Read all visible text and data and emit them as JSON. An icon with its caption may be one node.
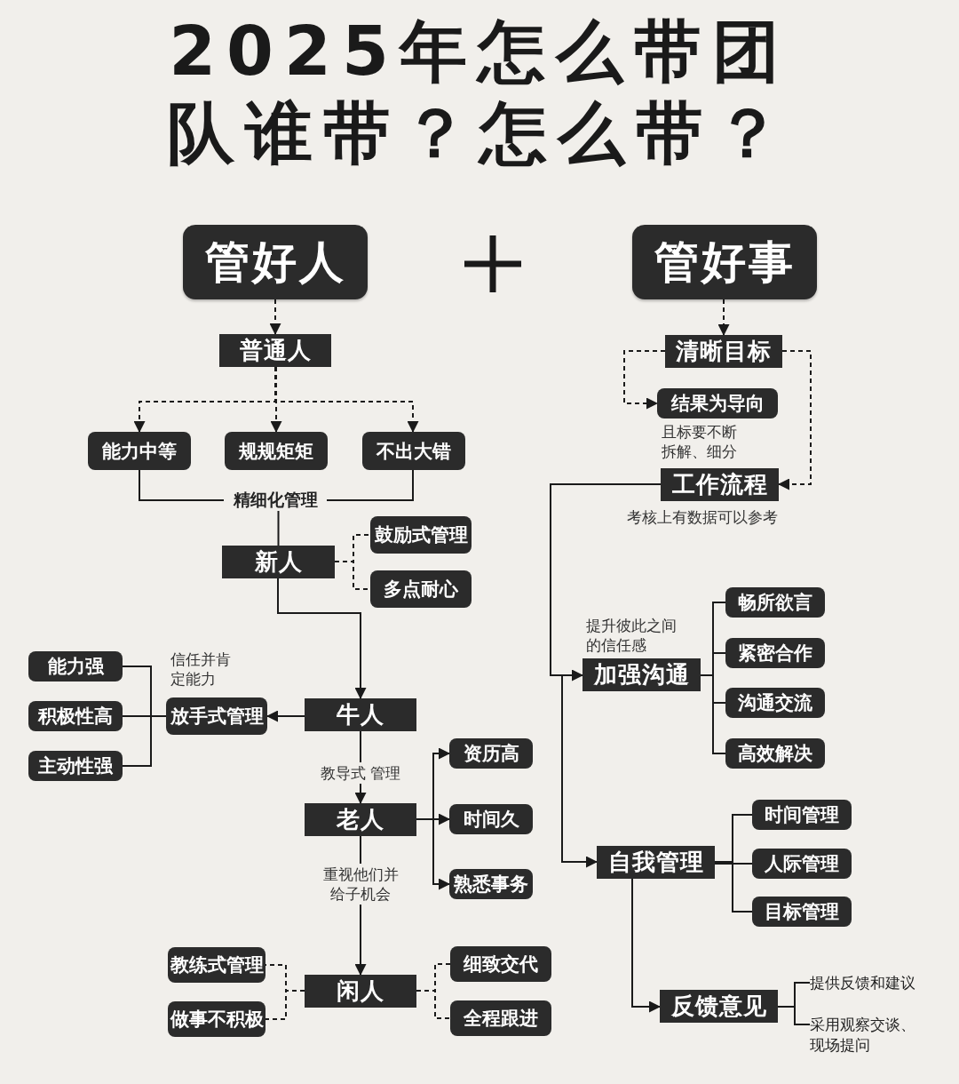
{
  "diagram": {
    "title": "2025年怎么带团队谁带？怎么带？",
    "nodes": [
      {
        "text": [
          "管好人"
        ]
      },
      {
        "text": [
          "管好事"
        ]
      },
      {
        "text": [
          "普通人"
        ]
      },
      {
        "text": [
          "能力中等"
        ]
      },
      {
        "text": [
          "规规矩矩"
        ]
      },
      {
        "text": [
          "不出大错"
        ]
      },
      {
        "text": [
          "精细化管理"
        ]
      },
      {
        "text": [
          "新人"
        ]
      },
      {
        "text": [
          "鼓励式管理"
        ]
      },
      {
        "text": [
          "多点耐心"
        ]
      },
      {
        "text": [
          "牛人"
        ]
      },
      {
        "text": [
          "放手式管理"
        ],
        "beside": [
          "信任并肯定能力"
        ]
      },
      {
        "text": [
          "能力强"
        ]
      },
      {
        "text": [
          "积极性高"
        ]
      },
      {
        "text": [
          "主动性强"
        ]
      },
      {
        "text": [
          "老人"
        ]
      },
      {
        "text": [
          "资历高"
        ]
      },
      {
        "text": [
          "时间久"
        ]
      },
      {
        "text": [
          "熟悉事务"
        ]
      },
      {
        "text": [
          "闲人"
        ]
      },
      {
        "text": [
          "教练式管理"
        ]
      },
      {
        "text": [
          "做事不积极"
        ]
      },
      {
        "text": [
          "细致交代"
        ]
      },
      {
        "text": [
          "全程跟进"
        ]
      },
      {
        "text": [
          "清晰目标"
        ]
      },
      {
        "text": [
          "结果为导向"
        ],
        "beside": [
          "且标要不断拆解、细分"
        ]
      },
      {
        "text": [
          "工作流程"
        ],
        "beside": [
          "考核上有数据可以参考"
        ]
      },
      {
        "text": [
          "加强沟通"
        ],
        "beside": [
          "提升彼此之间的信任感"
        ]
      },
      {
        "text": [
          "畅所欲言"
        ]
      },
      {
        "text": [
          "紧密合作"
        ]
      },
      {
        "text": [
          "沟通交流"
        ]
      },
      {
        "text": [
          "高效解决"
        ]
      },
      {
        "text": [
          "自我管理"
        ]
      },
      {
        "text": [
          "时间管理"
        ]
      },
      {
        "text": [
          "人际管理"
        ]
      },
      {
        "text": [
          "目标管理"
        ]
      },
      {
        "text": [
          "反馈意见"
        ]
      },
      {
        "text": [
          "提供反馈和建议"
        ]
      },
      {
        "text": [
          "采用观察交谈、现场提问"
        ]
      }
    ],
    "edges": [
      {
        "from": 0,
        "to": 2,
        "arrow": "to",
        "style": "dashed"
      },
      {
        "from": 2,
        "to": 3,
        "arrow": "to",
        "style": "dashed"
      },
      {
        "from": 2,
        "to": 4,
        "arrow": "to",
        "style": "dashed"
      },
      {
        "from": 2,
        "to": 5,
        "arrow": "to",
        "style": "dashed"
      },
      {
        "from": 3,
        "to": 6,
        "arrow": "none"
      },
      {
        "from": 5,
        "to": 6,
        "arrow": "none"
      },
      {
        "from": 6,
        "to": 7,
        "arrow": "none"
      },
      {
        "from": 7,
        "to": 8,
        "arrow": "none",
        "style": "dashed"
      },
      {
        "from": 7,
        "to": 9,
        "arrow": "none",
        "style": "dashed"
      },
      {
        "from": 7,
        "to": 10,
        "arrow": "to"
      },
      {
        "from": 10,
        "to": 11,
        "arrow": "to"
      },
      {
        "from": 11,
        "to": 12,
        "arrow": "none"
      },
      {
        "from": 11,
        "to": 13,
        "arrow": "none"
      },
      {
        "from": 11,
        "to": 14,
        "arrow": "none"
      },
      {
        "from": 10,
        "to": 15,
        "arrow": "to",
        "label": "教导式 管理"
      },
      {
        "from": 15,
        "to": 16,
        "arrow": "to"
      },
      {
        "from": 15,
        "to": 17,
        "arrow": "to"
      },
      {
        "from": 15,
        "to": 18,
        "arrow": "to"
      },
      {
        "from": 15,
        "to": 19,
        "arrow": "to",
        "label": "重视他们并给子机会"
      },
      {
        "from": 19,
        "to": 20,
        "arrow": "none",
        "style": "dashed"
      },
      {
        "from": 19,
        "to": 21,
        "arrow": "none",
        "style": "dashed"
      },
      {
        "from": 19,
        "to": 22,
        "arrow": "none",
        "style": "dashed"
      },
      {
        "from": 19,
        "to": 23,
        "arrow": "none",
        "style": "dashed"
      },
      {
        "from": 1,
        "to": 24,
        "arrow": "to",
        "style": "dashed"
      },
      {
        "from": 24,
        "to": 25,
        "arrow": "to",
        "style": "dashed"
      },
      {
        "from": 24,
        "to": 26,
        "arrow": "to",
        "style": "dashed"
      },
      {
        "from": 26,
        "to": 27,
        "arrow": "to"
      },
      {
        "from": 26,
        "to": 32,
        "arrow": "to"
      },
      {
        "from": 27,
        "to": 28,
        "arrow": "none"
      },
      {
        "from": 27,
        "to": 29,
        "arrow": "none"
      },
      {
        "from": 27,
        "to": 30,
        "arrow": "none"
      },
      {
        "from": 27,
        "to": 31,
        "arrow": "none"
      },
      {
        "from": 32,
        "to": 33,
        "arrow": "none"
      },
      {
        "from": 32,
        "to": 34,
        "arrow": "none"
      },
      {
        "from": 32,
        "to": 35,
        "arrow": "none"
      },
      {
        "from": 32,
        "to": 36,
        "arrow": "to"
      },
      {
        "from": 36,
        "to": 37,
        "arrow": "none"
      },
      {
        "from": 36,
        "to": 38,
        "arrow": "none"
      }
    ]
  }
}
